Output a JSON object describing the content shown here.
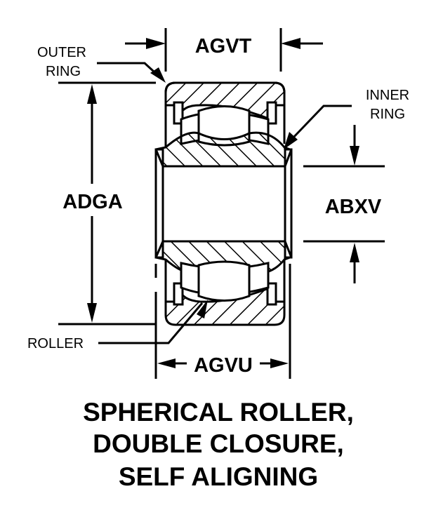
{
  "diagram": {
    "subject": "bearing cross-section",
    "colors": {
      "ink": "#000000",
      "background": "#ffffff"
    },
    "callouts": {
      "outer_ring": [
        "OUTER",
        "RING"
      ],
      "inner_ring": [
        "INNER",
        "RING"
      ],
      "roller": "ROLLER"
    },
    "dimensions": {
      "top_width": "AGVT",
      "outer_diameter": "ADGA",
      "bore_diameter": "ABXV",
      "bottom_width": "AGVU"
    },
    "title_lines": [
      "SPHERICAL ROLLER,",
      "DOUBLE CLOSURE,",
      "SELF ALIGNING"
    ]
  }
}
